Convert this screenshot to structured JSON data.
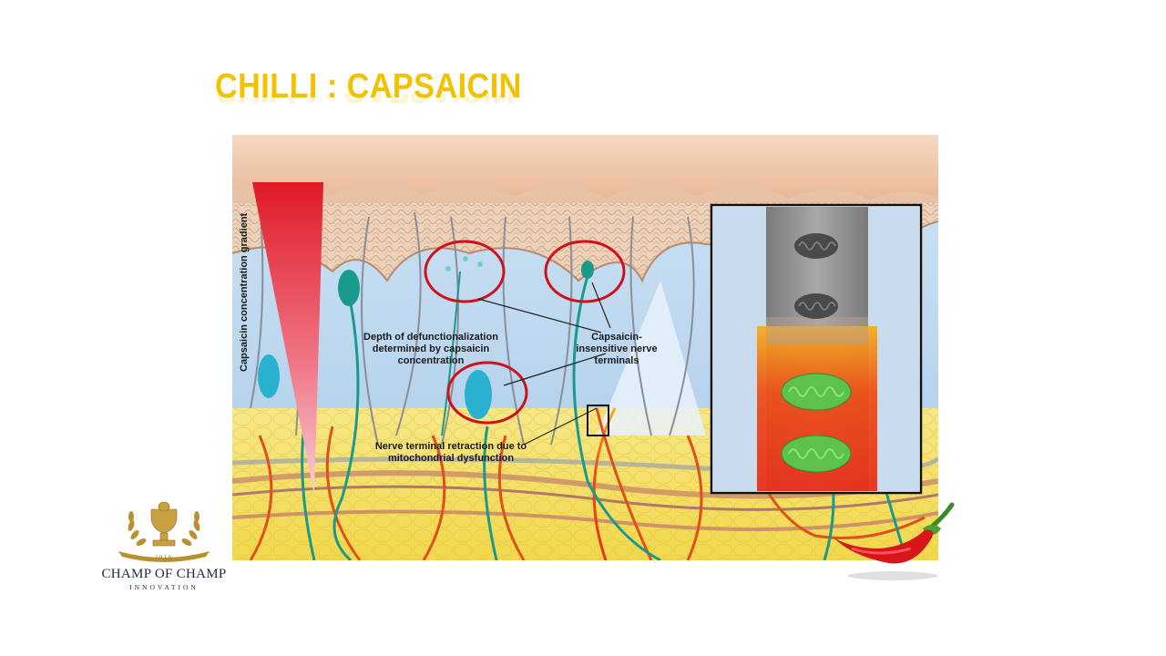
{
  "slide": {
    "title": "CHILLI : CAPSAICIN"
  },
  "diagram": {
    "gradient_label": "Capsaicin concentration gradient",
    "label_depth": [
      "Depth of defunctionalization",
      "determined by capsaicin",
      "concentration"
    ],
    "label_insensitive": [
      "Capsaicin-",
      "insensitive nerve",
      "terminals"
    ],
    "label_retraction": [
      "Nerve terminal  retraction due to",
      "mitochondrial dysfunction"
    ]
  },
  "logo": {
    "name": "CHAMP OF CHAMP",
    "subtitle": "INNOVATION",
    "year": "2016"
  },
  "colors": {
    "title": "#f2c200",
    "highlight_circle": "#d0101a",
    "nerve_teal": "#1a9a8a",
    "nerve_red": "#e0501c",
    "mitochondria_healthy": "#5cc24a",
    "mitochondria_dysfunctional": "#555555"
  }
}
